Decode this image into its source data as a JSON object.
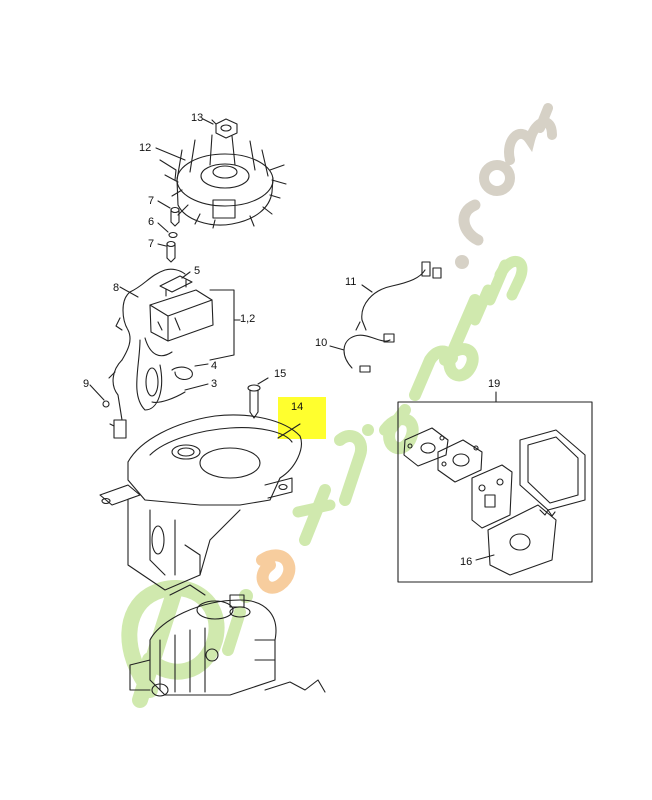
{
  "parts": {
    "p13": "13",
    "p12": "12",
    "p7a": "7",
    "p6": "6",
    "p7b": "7",
    "p5": "5",
    "p8": "8",
    "p12range": "1,2",
    "p4": "4",
    "p3": "3",
    "p9": "9",
    "p15": "15",
    "p14": "14",
    "p11": "11",
    "p10": "10",
    "p19": "19",
    "p16": "16"
  },
  "watermark": {
    "text": "Pierrejardin.com",
    "color_green": "#c8e6a0",
    "color_grey": "#cfc9bd",
    "color_orange": "#f6c58e"
  },
  "colors": {
    "highlight": "#ffff2e",
    "line": "#222222"
  }
}
